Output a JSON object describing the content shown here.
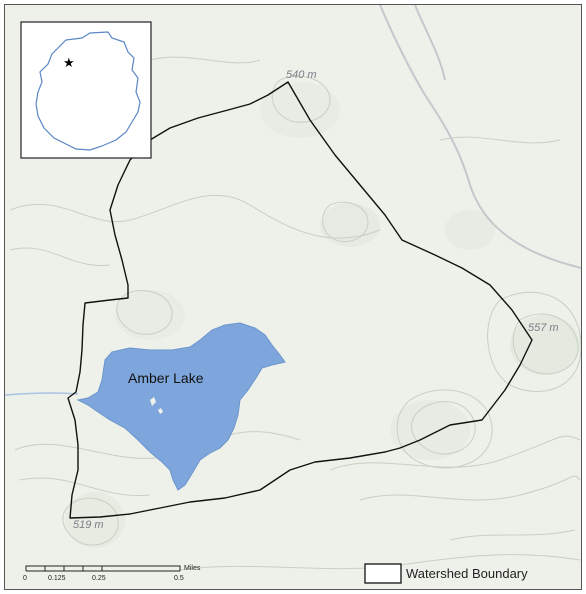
{
  "map": {
    "lake_name": "Amber Lake",
    "elevations": [
      "540 m",
      "557 m",
      "519 m"
    ],
    "legend": {
      "label": "Watershed Boundary"
    },
    "scale_bar": {
      "ticks": [
        "0",
        "0.125",
        "0.25",
        "0.5"
      ],
      "unit": "Miles"
    },
    "colors": {
      "terrain": "#eef1ea",
      "lake": "#7ea6dc",
      "boundary": "#111111",
      "contour": "#c9cfc5",
      "inset_outline": "#5b86c7",
      "road": "#c4c8cc"
    },
    "inset": {
      "marker_icon": "star-icon"
    }
  }
}
